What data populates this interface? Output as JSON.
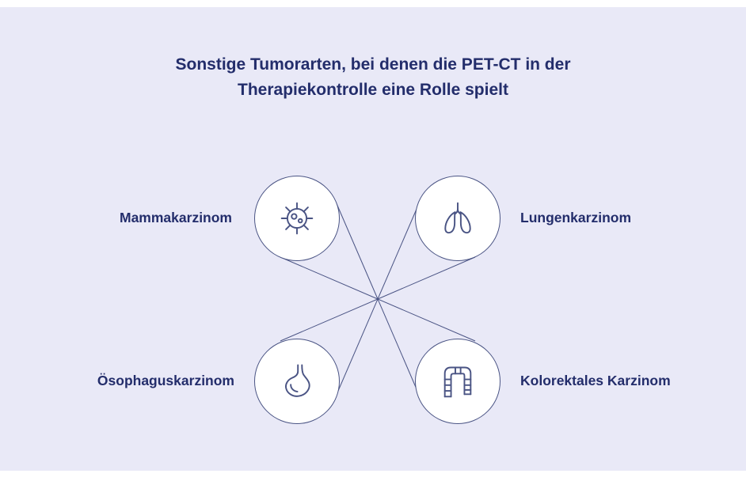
{
  "title": {
    "line1": "Sonstige Tumorarten, bei denen die PET-CT in der",
    "line2": "Therapiekontrolle eine Rolle spielt"
  },
  "diagram": {
    "nodes": [
      {
        "label": "Mammakarzinom",
        "icon": "cancer-cell-icon",
        "position": "top-left"
      },
      {
        "label": "Lungenkarzinom",
        "icon": "lungs-icon",
        "position": "top-right"
      },
      {
        "label": "Ösophaguskarzinom",
        "icon": "stomach-icon",
        "position": "bottom-left"
      },
      {
        "label": "Kolorektales Karzinom",
        "icon": "colon-icon",
        "position": "bottom-right"
      }
    ]
  },
  "colors": {
    "background": "#e9e9f7",
    "page_margin": "#ffffff",
    "title_text": "#232d6b",
    "label_text": "#232d6b",
    "node_fill": "#ffffff",
    "node_stroke": "#4a5484",
    "connector": "#4a5484"
  }
}
